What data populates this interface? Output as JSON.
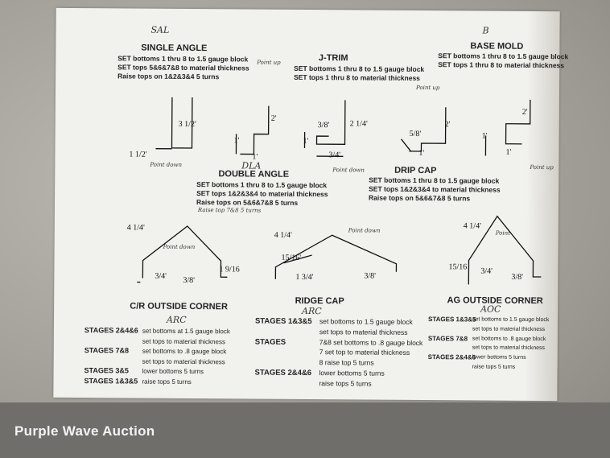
{
  "sections": {
    "single_angle": {
      "code": "SAL",
      "title": "SINGLE ANGLE",
      "lines": [
        "SET bottoms  1 thru 8 to 1.5 gauge block",
        "SET tops 5&6&7&8 to material thickness",
        "Raise tops on 1&2&3&4  5 turns"
      ],
      "dims": [
        "3 1/2'",
        "1 1/2'"
      ],
      "note": "Point down"
    },
    "j_trim": {
      "title": "J-TRIM",
      "lines": [
        "SET bottoms  1 thru 8 to 1.5 gauge block",
        "SET tops 1 thru 8 to material thickness"
      ],
      "dims": [
        "3/8'",
        "2 1/4'",
        "1'",
        "3/4'"
      ],
      "note": "Point down"
    },
    "base_mold": {
      "code": "B",
      "title": "BASE MOLD",
      "lines": [
        "SET bottoms  1 thru 8 to 1.5 gauge block",
        "SET tops 1 thru 8 to material thickness"
      ],
      "dims": [
        "2'",
        "1'",
        "1'"
      ],
      "note": "Point up"
    },
    "double_angle": {
      "code": "DLA",
      "title": "DOUBLE ANGLE",
      "lines": [
        "SET bottoms  1 thru 8 to 1.5 gauge block",
        "SET tops 1&2&3&4 to material thickness",
        "Raise tops on 5&6&7&8  5 turns"
      ],
      "handnote": "Raise top 7&8  5 turns",
      "dims": [
        "2'",
        "1'",
        "1'"
      ],
      "note": "Point up"
    },
    "drip_cap": {
      "title": "DRIP CAP",
      "lines": [
        "SET bottoms  1 thru 8 to 1.5 gauge block",
        "SET tops 1&2&3&4 to material thickness",
        "Raise tops on 5&6&7&8  5 turns"
      ],
      "dims": [
        "5/8'",
        "2'",
        "1'"
      ],
      "note": "Point up"
    },
    "cr_outside_corner": {
      "code": "ARC",
      "title": "C/R OUTSIDE CORNER",
      "lines": [
        [
          "STAGES 2&4&6",
          "set bottoms at 1.5 gauge block"
        ],
        [
          "",
          "set tops to material thickness"
        ],
        [
          "STAGES 7&8",
          "set bottoms to .8 gauge block"
        ],
        [
          "",
          "set tops to material thickness"
        ],
        [
          "STAGES 3&5",
          "lower bottoms 5 turns"
        ],
        [
          "STAGES 1&3&5",
          "raise tops 5 turns"
        ]
      ],
      "dims": [
        "4 1/4'",
        "3/4'",
        "3/8'",
        "1 9/16"
      ],
      "note": "Point down"
    },
    "ridge_cap": {
      "code": "ARC",
      "title": "RIDGE CAP",
      "lines": [
        [
          "STAGES 1&3&5",
          "set bottoms to 1.5 gauge block"
        ],
        [
          "",
          "set tops to material thickness"
        ],
        [
          "STAGES",
          "7&8  set bottoms to .8 gauge block"
        ],
        [
          "",
          "7  set top to material thickness"
        ],
        [
          "",
          "8  raise top   5 turns"
        ],
        [
          "STAGES 2&4&6",
          "lower bottoms 5 turns"
        ],
        [
          "",
          "raise tops 5 turns"
        ]
      ],
      "dims": [
        "4 1/4'",
        "15/16'",
        "1 3/4'",
        "3/8'"
      ],
      "note": "Point down"
    },
    "ag_outside_corner": {
      "code": "AOC",
      "title": "AG OUTSIDE CORNER",
      "lines": [
        [
          "STAGES 1&3&5",
          "set bottoms to 1.5 gauge block"
        ],
        [
          "",
          "set tops to material thickness"
        ],
        [
          "STAGES 7&8",
          "set bottoms to .8 gauge block"
        ],
        [
          "",
          "set tops to material thickness"
        ],
        [
          "STAGES 2&4&6",
          "lower bottoms 5 turns"
        ],
        [
          "",
          "raise tops 5 turns"
        ]
      ],
      "dims": [
        "4 1/4'",
        "15/16",
        "3/4'",
        "3/8'"
      ],
      "note": "Point"
    }
  },
  "watermark": "Purple Wave Auction"
}
